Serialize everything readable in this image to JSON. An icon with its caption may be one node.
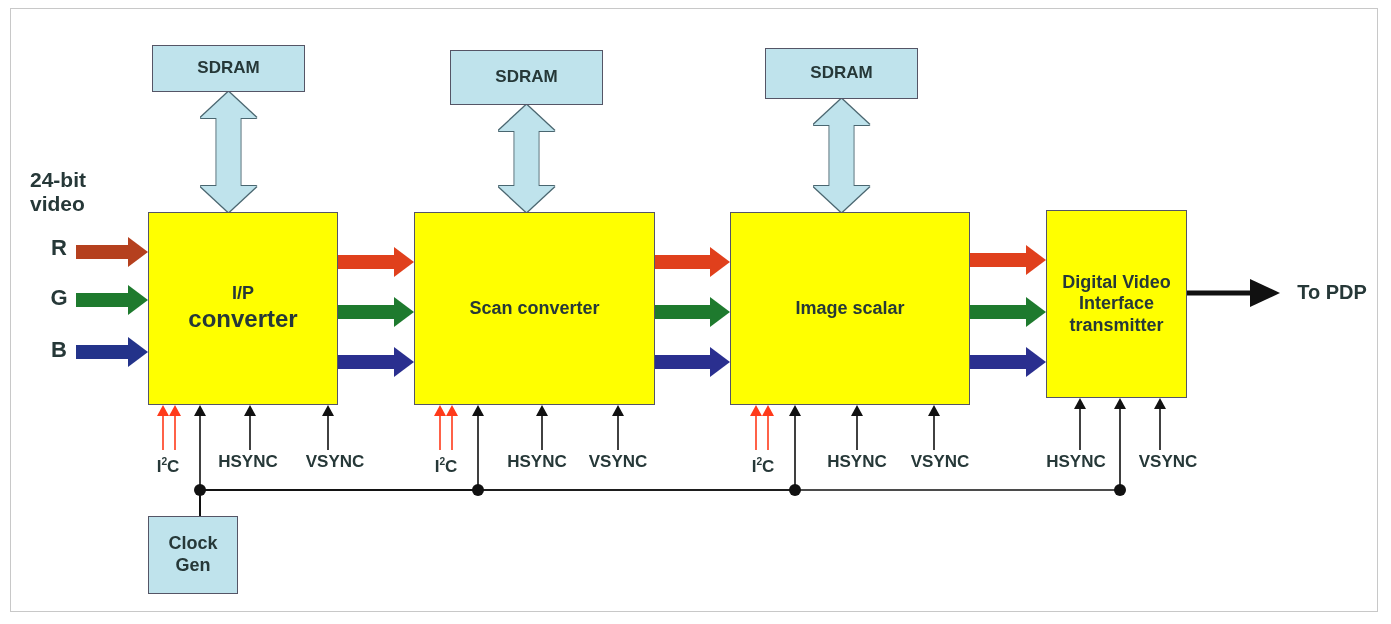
{
  "diagram": {
    "nodes": [
      {
        "text": [
          "SDRAM"
        ]
      },
      {
        "text": [
          "SDRAM"
        ]
      },
      {
        "text": [
          "SDRAM"
        ]
      },
      {
        "text": [
          "R"
        ]
      },
      {
        "text": [
          "G"
        ]
      },
      {
        "text": [
          "B"
        ]
      },
      {
        "text": [
          "I/P",
          "converter"
        ]
      },
      {
        "text": [
          "Scan converter"
        ]
      },
      {
        "text": [
          "Image scalar"
        ]
      },
      {
        "text": [
          "Digital Video Interface transmitter"
        ]
      },
      {
        "text": [
          "To PDP"
        ]
      },
      {
        "text": [
          "I$^{2}$C"
        ]
      },
      {
        "text": [
          "HSYNC"
        ]
      },
      {
        "text": [
          "VSYNC"
        ]
      },
      {
        "text": [
          "I$^{2}$C"
        ]
      },
      {
        "text": [
          "HSYNC"
        ]
      },
      {
        "text": [
          "VSYNC"
        ]
      },
      {
        "text": [
          "I$^{2}$C"
        ]
      },
      {
        "text": [
          "HSYNC"
        ]
      },
      {
        "text": [
          "VSYNC"
        ]
      },
      {
        "text": [
          "HSYNC"
        ]
      },
      {
        "text": [
          "VSYNC"
        ]
      },
      {
        "text": [
          "Clock Gen"
        ]
      }
    ],
    "edges": [
      {
        "from": 0,
        "to": 6,
        "arrow": "both",
        "style": "thick",
        "color": "#bfe3ec"
      },
      {
        "from": 1,
        "to": 7,
        "arrow": "both",
        "style": "thick",
        "color": "#bfe3ec"
      },
      {
        "from": 2,
        "to": 8,
        "arrow": "both",
        "style": "thick",
        "color": "#bfe3ec"
      },
      {
        "from": 3,
        "to": 6,
        "arrow": "to",
        "style": "thick",
        "color": "#b5401e"
      },
      {
        "from": 4,
        "to": 6,
        "arrow": "to",
        "style": "thick",
        "color": "#1e7a2e"
      },
      {
        "from": 5,
        "to": 6,
        "arrow": "to",
        "style": "thick",
        "color": "#23338a"
      },
      {
        "from": 6,
        "to": 7,
        "arrow": "to",
        "style": "thick",
        "color": "#e0401c"
      },
      {
        "from": 6,
        "to": 7,
        "arrow": "to",
        "style": "thick",
        "color": "#1e7a2e"
      },
      {
        "from": 6,
        "to": 7,
        "arrow": "to",
        "style": "thick",
        "color": "#2a2f8f"
      },
      {
        "from": 7,
        "to": 8,
        "arrow": "to",
        "style": "thick",
        "color": "#e0401c"
      },
      {
        "from": 7,
        "to": 8,
        "arrow": "to",
        "style": "thick",
        "color": "#1e7a2e"
      },
      {
        "from": 7,
        "to": 8,
        "arrow": "to",
        "style": "thick",
        "color": "#2a2f8f"
      },
      {
        "from": 8,
        "to": 9,
        "arrow": "to",
        "style": "thick",
        "color": "#e0401c"
      },
      {
        "from": 8,
        "to": 9,
        "arrow": "to",
        "style": "thick",
        "color": "#1e7a2e"
      },
      {
        "from": 8,
        "to": 9,
        "arrow": "to",
        "style": "thick",
        "color": "#2a2f8f"
      },
      {
        "from": 9,
        "to": 10,
        "arrow": "to",
        "style": "thick"
      },
      {
        "from": 11,
        "to": 6,
        "arrow": "to",
        "color": "#ff3a1a"
      },
      {
        "from": 11,
        "to": 6,
        "arrow": "to",
        "color": "#ff3a1a"
      },
      {
        "from": 12,
        "to": 6,
        "arrow": "to"
      },
      {
        "from": 13,
        "to": 6,
        "arrow": "to"
      },
      {
        "from": 14,
        "to": 7,
        "arrow": "to",
        "color": "#ff3a1a"
      },
      {
        "from": 14,
        "to": 7,
        "arrow": "to",
        "color": "#ff3a1a"
      },
      {
        "from": 15,
        "to": 7,
        "arrow": "to"
      },
      {
        "from": 16,
        "to": 7,
        "arrow": "to"
      },
      {
        "from": 17,
        "to": 8,
        "arrow": "to",
        "color": "#ff3a1a"
      },
      {
        "from": 17,
        "to": 8,
        "arrow": "to",
        "color": "#ff3a1a"
      },
      {
        "from": 18,
        "to": 8,
        "arrow": "to"
      },
      {
        "from": 19,
        "to": 8,
        "arrow": "to"
      },
      {
        "from": 20,
        "to": 9,
        "arrow": "to"
      },
      {
        "from": 21,
        "to": 9,
        "arrow": "to"
      },
      {
        "from": 22,
        "to": 6,
        "arrow": "to"
      },
      {
        "from": 22,
        "to": 7,
        "arrow": "to"
      },
      {
        "from": 22,
        "to": 8,
        "arrow": "to"
      },
      {
        "from": 22,
        "to": 9,
        "arrow": "to"
      }
    ],
    "labels": [
      "24-bit video"
    ]
  }
}
